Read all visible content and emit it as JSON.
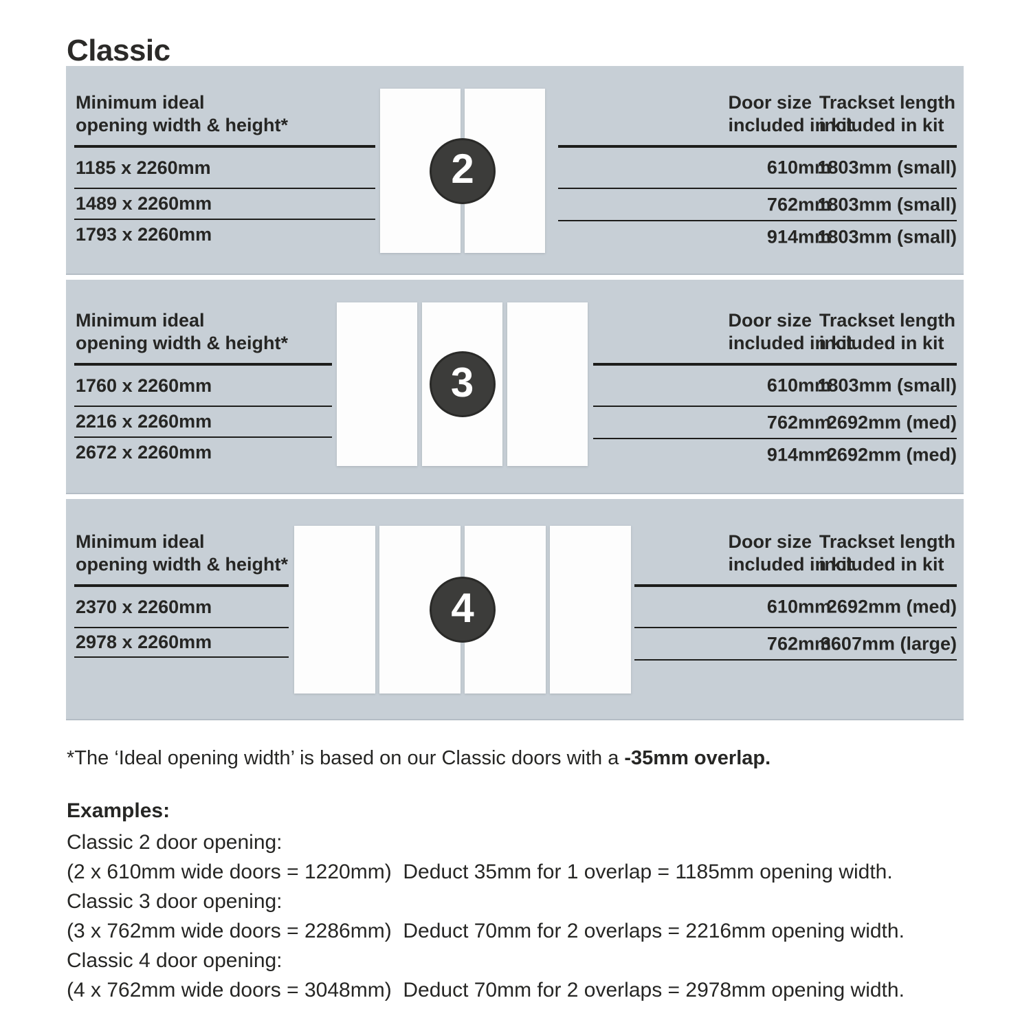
{
  "page": {
    "title": "Classic"
  },
  "headers": {
    "opening_l1": "Minimum ideal",
    "opening_l2": "opening width & height*",
    "door_l1": "Door size",
    "door_l2": "included in kit",
    "track_l1": "Trackset length",
    "track_l2": "included in kit"
  },
  "panels": [
    {
      "badge": "2",
      "rows": [
        {
          "opening": "1185 x 2260mm",
          "door": "610mm",
          "track": "1803mm (small)"
        },
        {
          "opening": "1489 x 2260mm",
          "door": "762mm",
          "track": "1803mm (small)"
        },
        {
          "opening": "1793 x 2260mm",
          "door": "914mm",
          "track": "1803mm (small)"
        }
      ]
    },
    {
      "badge": "3",
      "rows": [
        {
          "opening": "1760 x 2260mm",
          "door": "610mm",
          "track": "1803mm (small)"
        },
        {
          "opening": "2216 x 2260mm",
          "door": "762mm",
          "track": "2692mm (med)"
        },
        {
          "opening": "2672 x 2260mm",
          "door": "914mm",
          "track": "2692mm (med)"
        }
      ]
    },
    {
      "badge": "4",
      "rows": [
        {
          "opening": "2370 x 2260mm",
          "door": "610mm",
          "track": "2692mm (med)"
        },
        {
          "opening": "2978 x 2260mm",
          "door": "762mm",
          "track": "3607mm (large)"
        }
      ]
    }
  ],
  "footnote": {
    "text": "*The ‘Ideal opening width’ is based on our Classic doors with a ",
    "bold": "-35mm overlap."
  },
  "examples": {
    "heading": "Examples:",
    "items": [
      {
        "label": "Classic 2 door opening:",
        "calc": "(2 x 610mm wide doors = 1220mm)  Deduct 35mm for 1 overlap = 1185mm opening width."
      },
      {
        "label": "Classic 3 door opening:",
        "calc": "(3 x 762mm wide doors = 2286mm)  Deduct 70mm for 2 overlaps = 2216mm opening width."
      },
      {
        "label": "Classic 4 door opening:",
        "calc": "(4 x 762mm wide doors = 3048mm)  Deduct 70mm for 2 overlaps = 2978mm opening width."
      }
    ]
  },
  "colors": {
    "panel_bg": "#c7cfd6",
    "rule": "#1d1d1b",
    "badge_bg": "#3c3c3a",
    "badge_text": "#ffffff",
    "door": "#fdfdfd"
  }
}
